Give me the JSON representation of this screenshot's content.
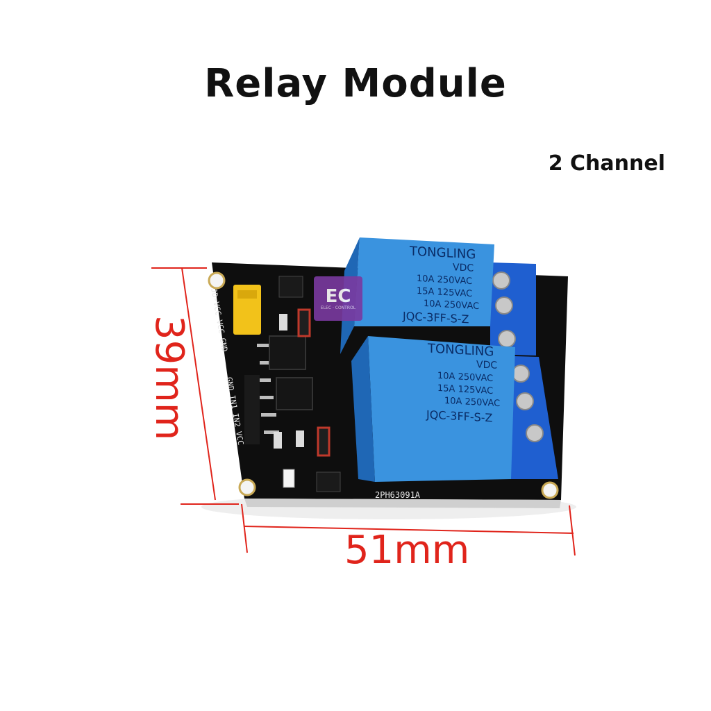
{
  "heading": {
    "title": "Relay Module",
    "subtitle": "2 Channel"
  },
  "dimensions": {
    "width": "51mm",
    "height": "39mm"
  },
  "logo": {
    "text": "EC",
    "subtext": "ELEC · CONTROL"
  },
  "board": {
    "part_number": "2PH63091A",
    "pin_labels_top": "JD-VCC VCC GND",
    "pin_labels_bottom": "GND IN1 IN2 VCC"
  },
  "relays": [
    {
      "brand": "TONGLING",
      "type": "VDC",
      "rating1": "10A 250VAC",
      "rating2": "15A 125VAC",
      "rating3": "10A 250VAC",
      "model": "JQC-3FF-S-Z"
    },
    {
      "brand": "TONGLING",
      "type": "VDC",
      "rating1": "10A 250VAC",
      "rating2": "15A 125VAC",
      "rating3": "10A 250VAC",
      "model": "JQC-3FF-S-Z"
    }
  ],
  "colors": {
    "dimension": "#e0241b",
    "pcb": "#0e0e0e",
    "relay": "#2f86d6",
    "terminal": "#1f5fd0",
    "jumper": "#f2c21a"
  }
}
